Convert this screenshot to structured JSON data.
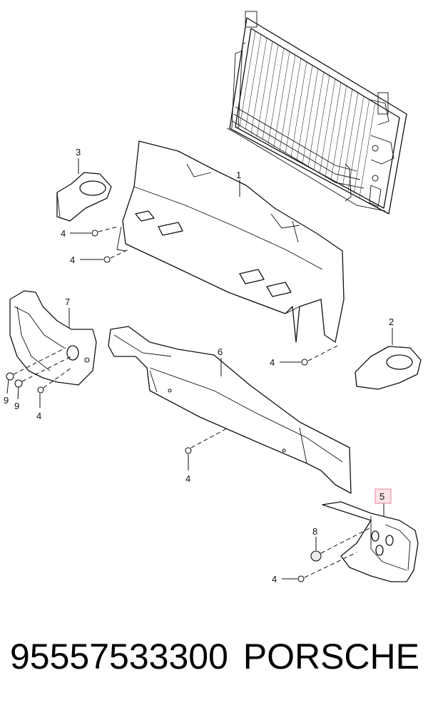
{
  "diagram": {
    "callouts": [
      "1",
      "2",
      "3",
      "4",
      "5",
      "6",
      "7",
      "8",
      "9"
    ],
    "highlighted_callout": "5",
    "highlight_color": "#e28a98"
  },
  "footer": {
    "part_number": "95557533300",
    "brand": "PORSCHE"
  }
}
